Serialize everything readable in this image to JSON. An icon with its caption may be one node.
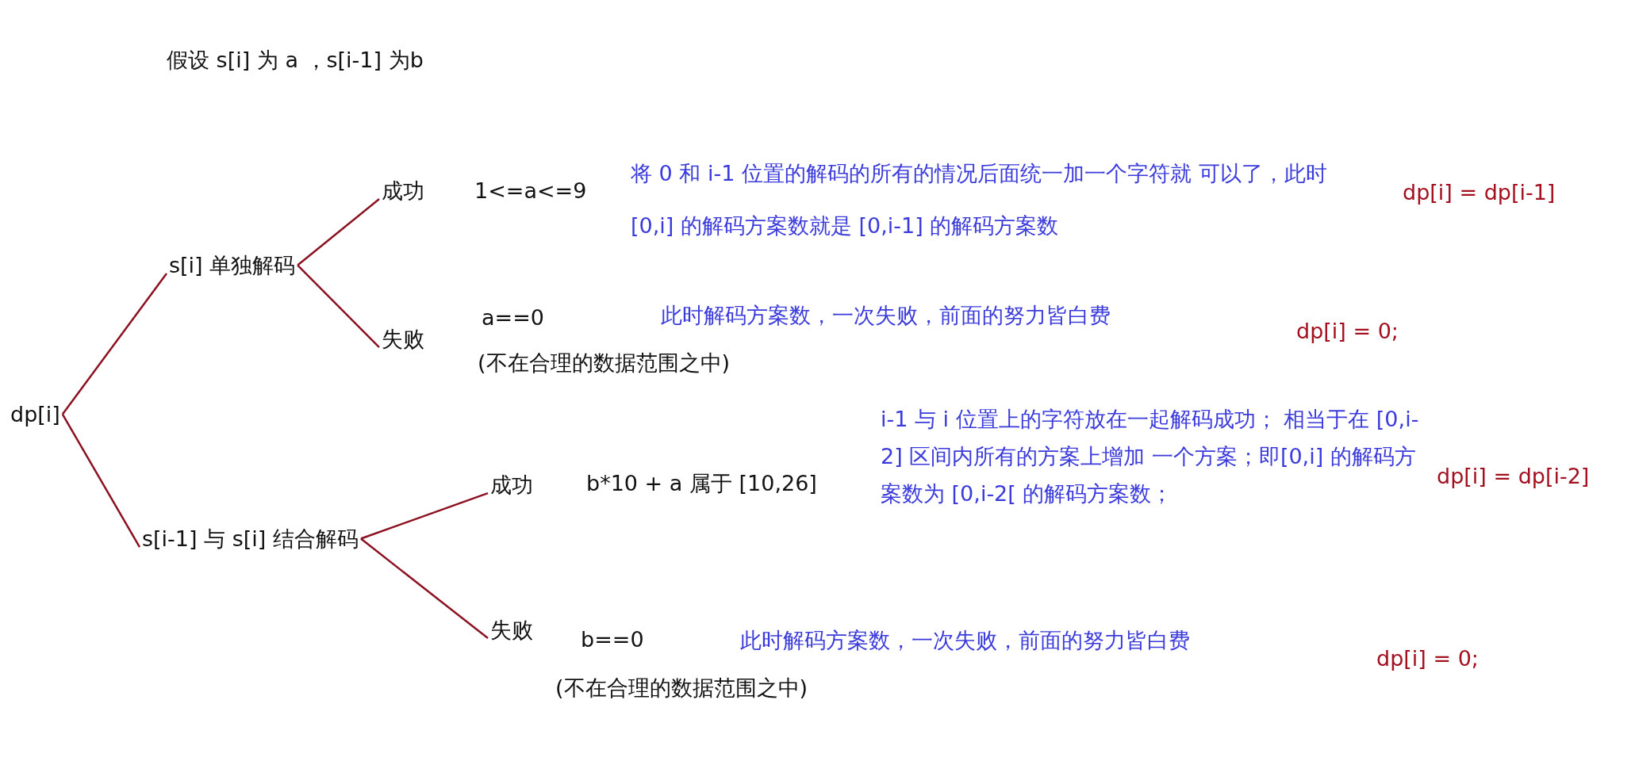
{
  "diagram": {
    "title": "假设 s[i] 为 a ，s[i-1] 为b",
    "nodes": [
      {
        "text": [
          "dp[i]"
        ]
      },
      {
        "text": [
          "s[i] 单独解码"
        ]
      },
      {
        "text": [
          "成功"
        ],
        "beside": [
          "1<=a<=9"
        ]
      },
      {
        "text": [
          "失败"
        ],
        "beside": [
          "a==0",
          "(不在合理的数据范围之中)"
        ]
      },
      {
        "text": [
          "s[i-1] 与 s[i] 结合解码"
        ]
      },
      {
        "text": [
          "成功"
        ],
        "beside": [
          "b*10 + a 属于 [10,26]"
        ]
      },
      {
        "text": [
          "失败"
        ],
        "beside": [
          "b==0",
          "(不在合理的数据范围之中)"
        ]
      }
    ],
    "edges": [
      {
        "from": 0,
        "to": 1,
        "arrow": "none"
      },
      {
        "from": 0,
        "to": 4,
        "arrow": "none"
      },
      {
        "from": 1,
        "to": 2,
        "arrow": "none"
      },
      {
        "from": 1,
        "to": 3,
        "arrow": "none"
      },
      {
        "from": 4,
        "to": 5,
        "arrow": "none"
      },
      {
        "from": 4,
        "to": 6,
        "arrow": "none"
      }
    ],
    "labels": [
      "将 0 和 i-1 位置的解码的所有的情况后面统一加一个字符就 可以了，此时 [0,i] 的解码方案数就是 [0,i-1] 的解码方案数",
      "dp[i] = dp[i-1]",
      "此时解码方案数，一次失败，前面的努力皆白费",
      "dp[i] = 0;",
      "i-1 与 i 位置上的字符放在一起解码成功； 相当于在 [0,i-2] 区间内所有的方案上增加 一个方案；即[0,i] 的解码方案数为 [0,i-2[ 的解码方案数；",
      "dp[i] = dp[i-2]",
      "此时解码方案数，一次失败，前面的努力皆白费",
      "dp[i] = 0;"
    ]
  }
}
